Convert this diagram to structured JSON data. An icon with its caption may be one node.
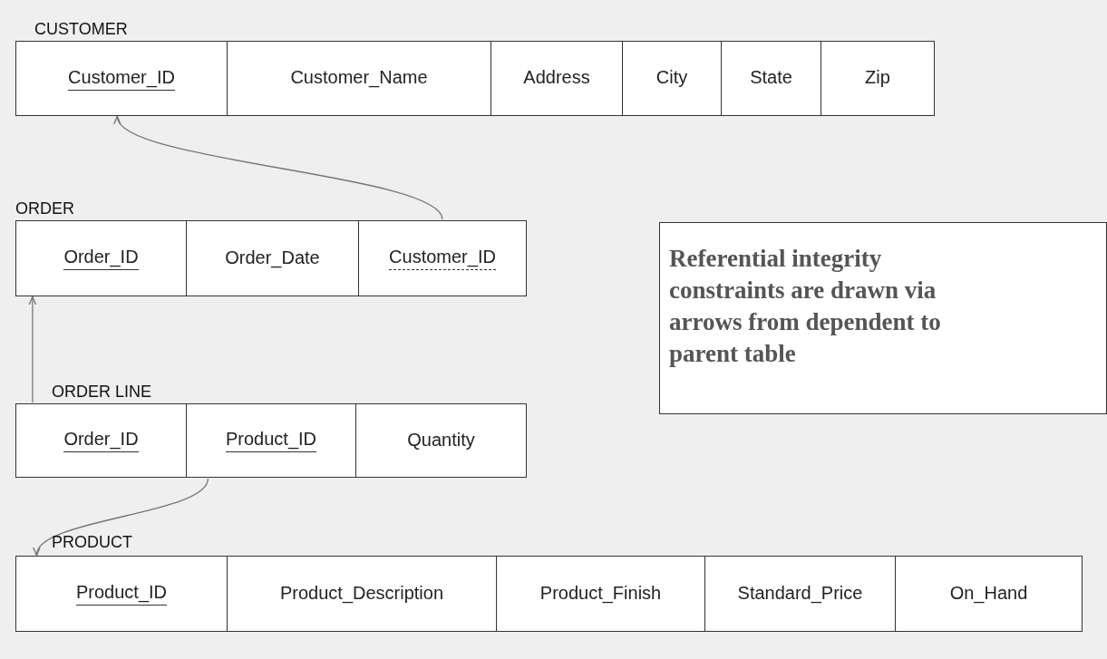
{
  "diagram": {
    "nodes": [
      {
        "text": [
          "CUSTOMER"
        ]
      },
      {
        "text": [
          "Customer_ID"
        ],
        "in": 0
      },
      {
        "text": [
          "Customer_Name"
        ],
        "in": 0
      },
      {
        "text": [
          "Address"
        ],
        "in": 0
      },
      {
        "text": [
          "City"
        ],
        "in": 0
      },
      {
        "text": [
          "State"
        ],
        "in": 0
      },
      {
        "text": [
          "Zip"
        ],
        "in": 0
      },
      {
        "text": [
          "ORDER"
        ]
      },
      {
        "text": [
          "Order_ID"
        ],
        "in": 7
      },
      {
        "text": [
          "Order_Date"
        ],
        "in": 7
      },
      {
        "text": [
          "Customer_ID"
        ],
        "in": 7
      },
      {
        "text": [
          "ORDER LINE"
        ]
      },
      {
        "text": [
          "Order_ID"
        ],
        "in": 11
      },
      {
        "text": [
          "Product_ID"
        ],
        "in": 11
      },
      {
        "text": [
          "Quantity"
        ],
        "in": 11
      },
      {
        "text": [
          "PRODUCT"
        ]
      },
      {
        "text": [
          "Product_ID"
        ],
        "in": 15
      },
      {
        "text": [
          "Product_Description"
        ],
        "in": 15
      },
      {
        "text": [
          "Product_Finish"
        ],
        "in": 15
      },
      {
        "text": [
          "Standard_Price"
        ],
        "in": 15
      },
      {
        "text": [
          "On_Hand"
        ],
        "in": 15
      },
      {
        "text": [
          "Referential integrity constraints are drawn via arrows from dependent to parent table"
        ]
      }
    ],
    "edges": [
      {
        "from": 10,
        "to": 1,
        "arrow": "to"
      },
      {
        "from": 12,
        "to": 8,
        "arrow": "to"
      },
      {
        "from": 13,
        "to": 16,
        "arrow": "to"
      }
    ]
  }
}
